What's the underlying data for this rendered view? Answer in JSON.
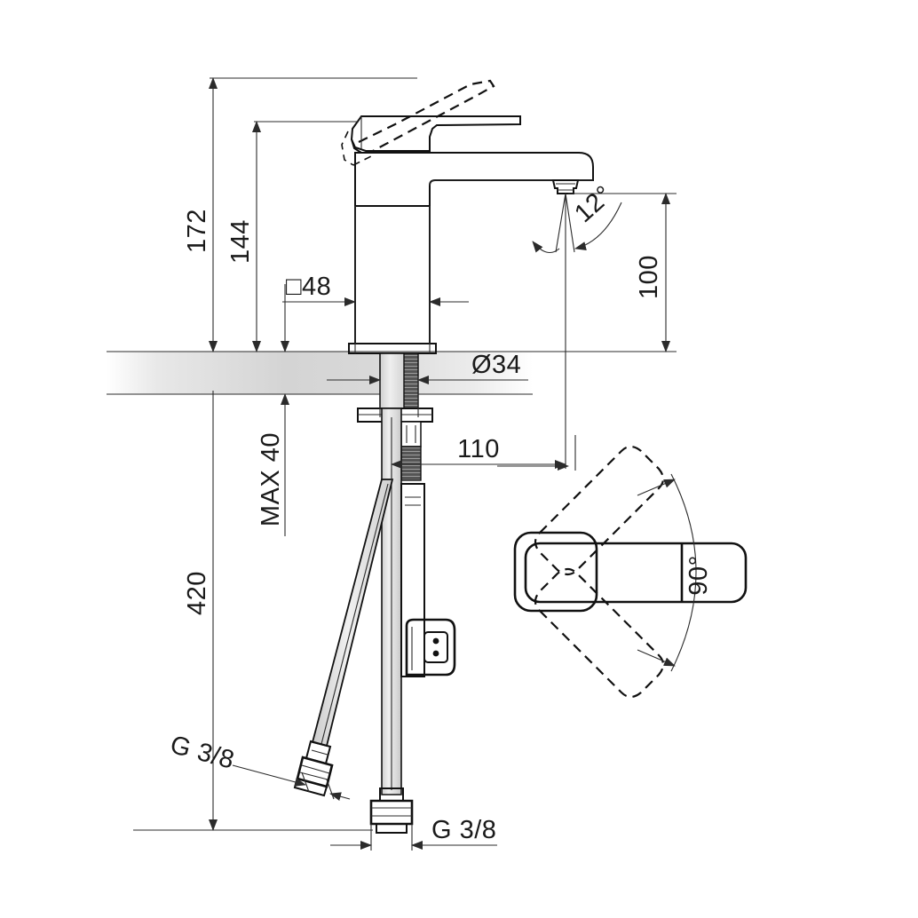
{
  "drawing": {
    "title": "Basin mixer tap technical dimension drawing",
    "units": "mm",
    "views": [
      {
        "name": "front-elevation"
      },
      {
        "name": "top-view-swivel"
      }
    ]
  },
  "dimensions": {
    "total_height": "172",
    "body_height": "144",
    "base_width": "□48",
    "spout_height": "100",
    "shank_diameter": "Ø34",
    "max_countertop": "MAX 40",
    "hose_length": "420",
    "spout_reach": "110",
    "aerator_angle": "12°",
    "inlet_thread_left": "G 3/8",
    "inlet_thread_bottom": "G 3/8",
    "swivel_angle": "90°"
  },
  "labels": {
    "h172": "172",
    "h144": "144",
    "w48": "□48",
    "h100": "100",
    "d34": "Ø34",
    "max40": "MAX 40",
    "h420": "420",
    "reach110": "110",
    "ang12": "12°",
    "g38_left": "G 3/8",
    "g38_bottom": "G 3/8",
    "ang90": "90°"
  },
  "colors": {
    "line": "#111111",
    "thin_line": "#2b2b2b",
    "counter_fill": "#d8d8d8",
    "metal_fill": "#e2e2e2",
    "thread_fill": "#4a4a4a",
    "background": "#ffffff"
  }
}
